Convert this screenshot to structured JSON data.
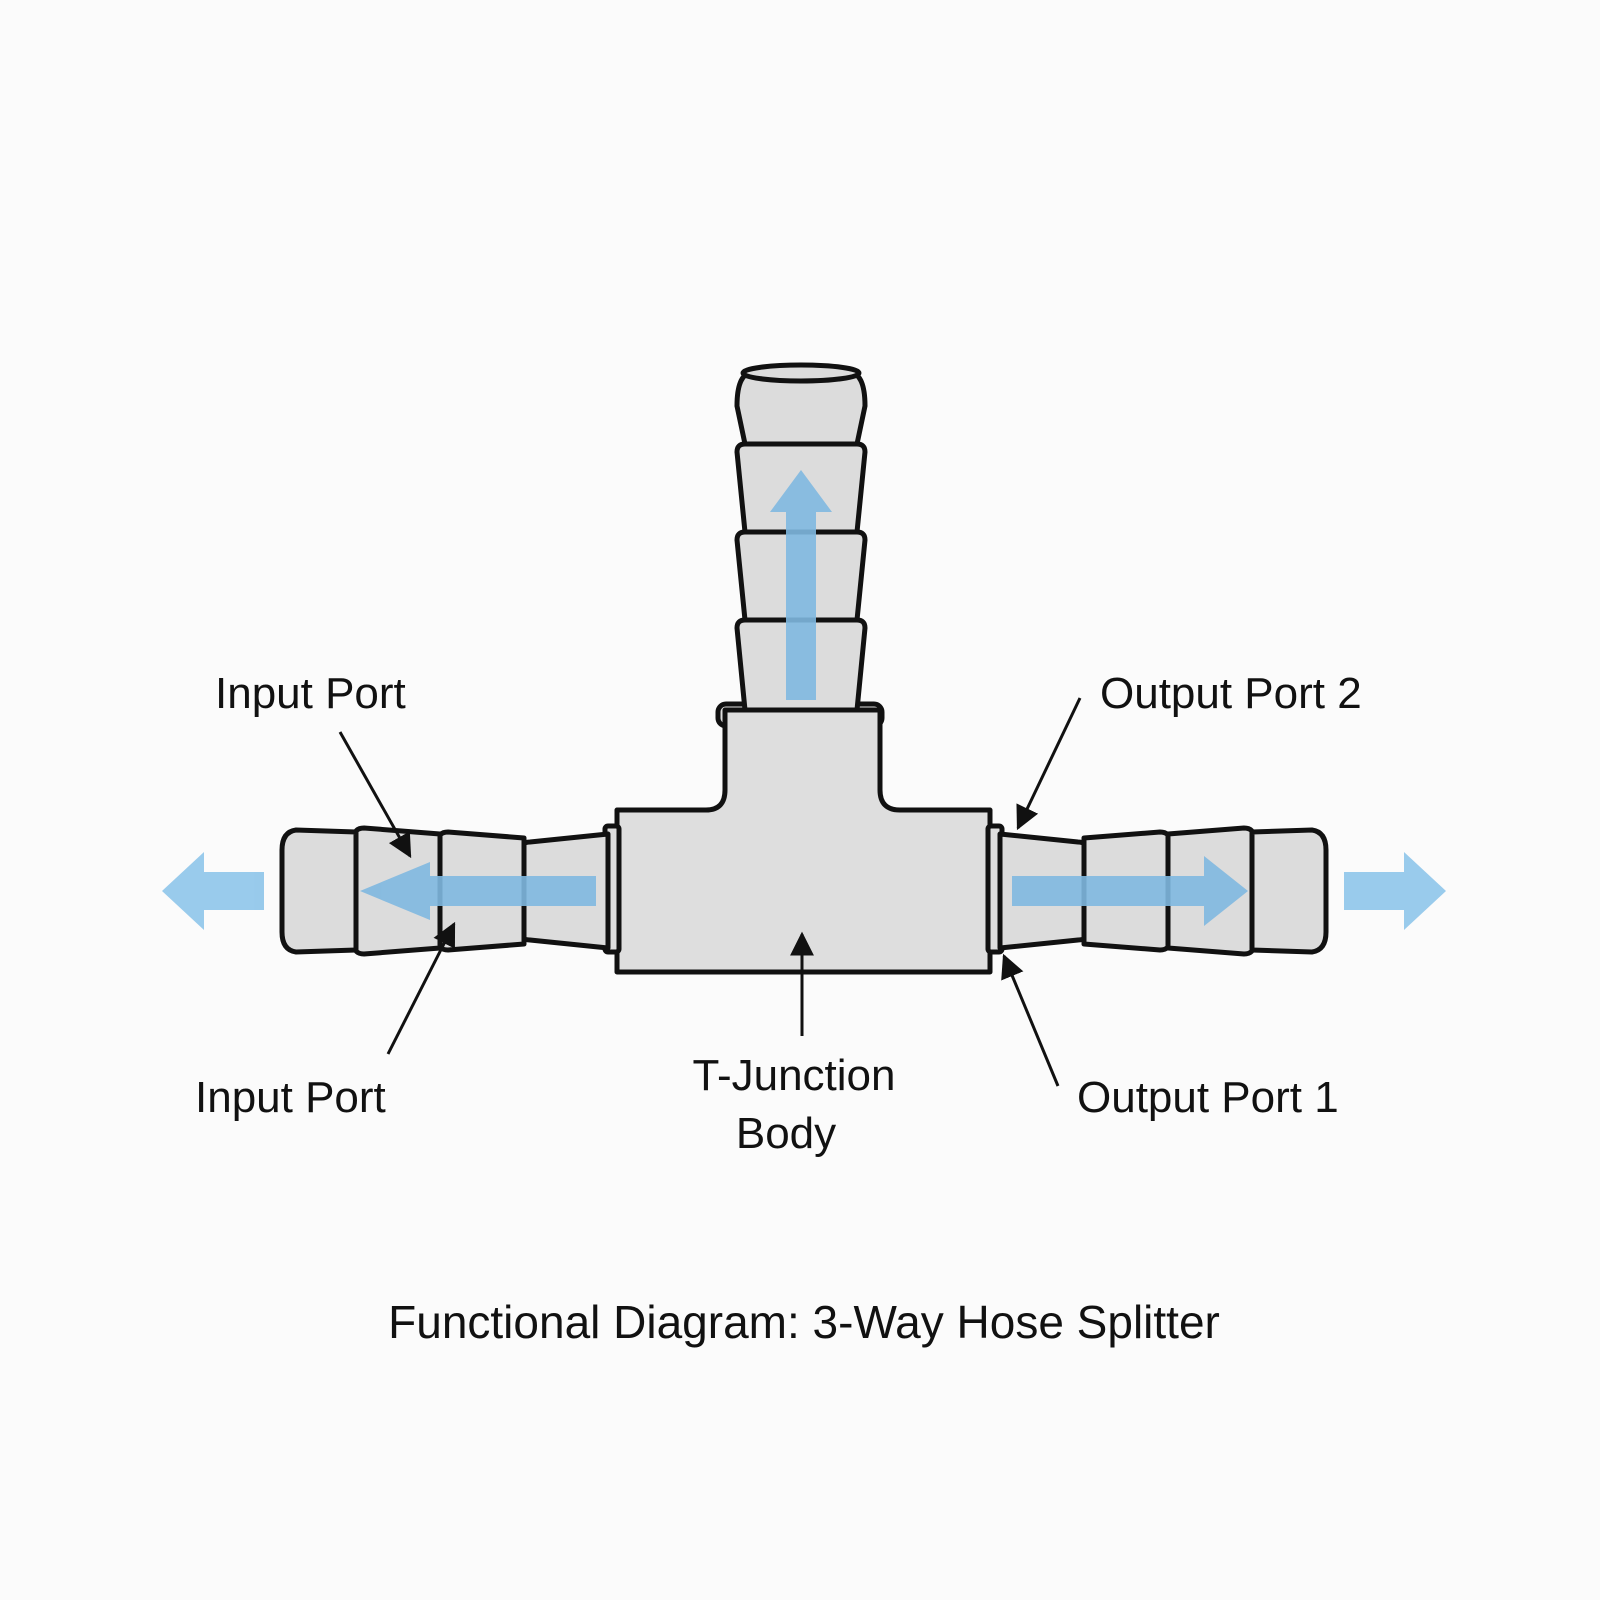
{
  "diagram": {
    "labels": {
      "input_port_top": "Input Port",
      "input_port_bottom": "Input Port",
      "output_port_2": "Output Port 2",
      "output_port_1": "Output Port 1",
      "junction_line1": "T-Junction",
      "junction_line2": "Body"
    },
    "caption": "Functional Diagram: 3-Way Hose Splitter"
  },
  "colors": {
    "body_fill": "#dedede",
    "segment_fill": "#dcdcdc",
    "outline": "#111111",
    "flow_arrow": "#7fb8e0",
    "flow_arrow_light": "#8ec5ea",
    "background": "#fbfbfb"
  }
}
